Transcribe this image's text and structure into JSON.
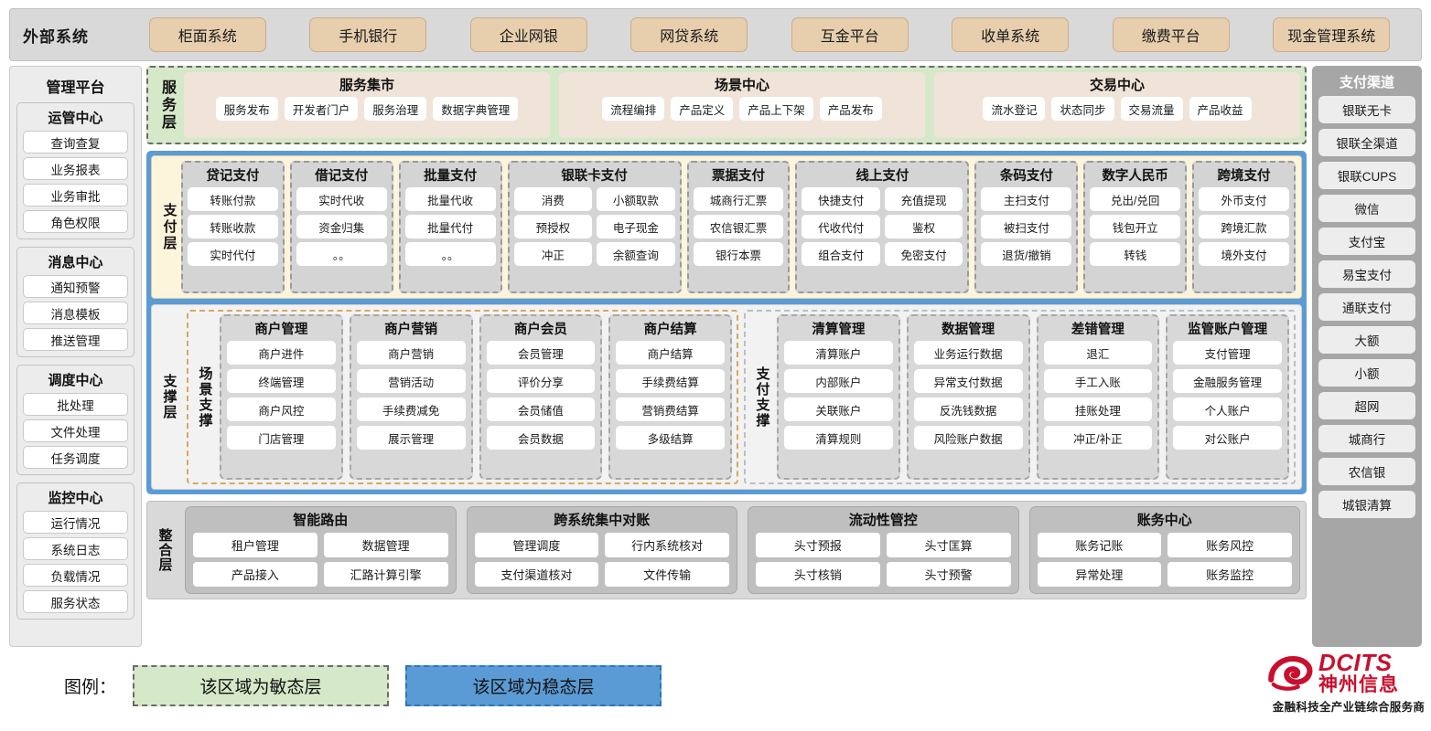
{
  "external": {
    "title": "外部系统",
    "items": [
      "柜面系统",
      "手机银行",
      "企业网银",
      "网贷系统",
      "互金平台",
      "收单系统",
      "缴费平台",
      "现金管理系统"
    ]
  },
  "left_sidebar": {
    "title": "管理平台",
    "groups": [
      {
        "title": "运管中心",
        "items": [
          "查询查复",
          "业务报表",
          "业务审批",
          "角色权限"
        ]
      },
      {
        "title": "消息中心",
        "items": [
          "通知预警",
          "消息模板",
          "推送管理"
        ]
      },
      {
        "title": "调度中心",
        "items": [
          "批处理",
          "文件处理",
          "任务调度"
        ]
      },
      {
        "title": "监控中心",
        "items": [
          "运行情况",
          "系统日志",
          "负载情况",
          "服务状态"
        ]
      }
    ]
  },
  "right_sidebar": {
    "title": "支付渠道",
    "items": [
      "银联无卡",
      "银联全渠道",
      "银联CUPS",
      "微信",
      "支付宝",
      "易宝支付",
      "通联支付",
      "大额",
      "小额",
      "超网",
      "城商行",
      "农信银",
      "城银清算"
    ]
  },
  "service_layer": {
    "label": "服务层",
    "groups": [
      {
        "title": "服务集市",
        "items": [
          "服务发布",
          "开发者门户",
          "服务治理",
          "数据字典管理"
        ]
      },
      {
        "title": "场景中心",
        "items": [
          "流程编排",
          "产品定义",
          "产品上下架",
          "产品发布"
        ]
      },
      {
        "title": "交易中心",
        "items": [
          "流水登记",
          "状态同步",
          "交易流量",
          "产品收益"
        ]
      }
    ]
  },
  "payment_layer": {
    "label": "支付层",
    "columns": [
      {
        "title": "贷记支付",
        "cols": 1,
        "rows": [
          [
            "转账付款"
          ],
          [
            "转账收款"
          ],
          [
            "实时代付"
          ]
        ]
      },
      {
        "title": "借记支付",
        "cols": 1,
        "rows": [
          [
            "实时代收"
          ],
          [
            "资金归集"
          ],
          [
            "。。"
          ]
        ]
      },
      {
        "title": "批量支付",
        "cols": 1,
        "rows": [
          [
            "批量代收"
          ],
          [
            "批量代付"
          ],
          [
            "。。"
          ]
        ]
      },
      {
        "title": "银联卡支付",
        "cols": 2,
        "rows": [
          [
            "消费",
            "小额取款"
          ],
          [
            "预授权",
            "电子现金"
          ],
          [
            "冲正",
            "余额查询"
          ]
        ]
      },
      {
        "title": "票据支付",
        "cols": 1,
        "rows": [
          [
            "城商行汇票"
          ],
          [
            "农信银汇票"
          ],
          [
            "银行本票"
          ]
        ]
      },
      {
        "title": "线上支付",
        "cols": 2,
        "rows": [
          [
            "快捷支付",
            "充值提现"
          ],
          [
            "代收代付",
            "鉴权"
          ],
          [
            "组合支付",
            "免密支付"
          ]
        ]
      },
      {
        "title": "条码支付",
        "cols": 1,
        "rows": [
          [
            "主扫支付"
          ],
          [
            "被扫支付"
          ],
          [
            "退货/撤销"
          ]
        ]
      },
      {
        "title": "数字人民币",
        "cols": 1,
        "rows": [
          [
            "兑出/兑回"
          ],
          [
            "钱包开立"
          ],
          [
            "转钱"
          ]
        ]
      },
      {
        "title": "跨境支付",
        "cols": 1,
        "rows": [
          [
            "外币支付"
          ],
          [
            "跨境汇款"
          ],
          [
            "境外支付"
          ]
        ]
      }
    ]
  },
  "support_layer": {
    "label": "支撑层",
    "halves": [
      {
        "label": "场景支撑",
        "columns": [
          {
            "title": "商户管理",
            "items": [
              "商户进件",
              "终端管理",
              "商户风控",
              "门店管理"
            ]
          },
          {
            "title": "商户营销",
            "items": [
              "商户营销",
              "营销活动",
              "手续费减免",
              "展示管理"
            ]
          },
          {
            "title": "商户会员",
            "items": [
              "会员管理",
              "评价分享",
              "会员储值",
              "会员数据"
            ]
          },
          {
            "title": "商户结算",
            "items": [
              "商户结算",
              "手续费结算",
              "营销费结算",
              "多级结算"
            ]
          }
        ]
      },
      {
        "label": "支付支撑",
        "columns": [
          {
            "title": "清算管理",
            "items": [
              "清算账户",
              "内部账户",
              "关联账户",
              "清算规则"
            ]
          },
          {
            "title": "数据管理",
            "items": [
              "业务运行数据",
              "异常支付数据",
              "反洗钱数据",
              "风险账户数据"
            ]
          },
          {
            "title": "差错管理",
            "items": [
              "退汇",
              "手工入账",
              "挂账处理",
              "冲正/补正"
            ]
          },
          {
            "title": "监管账户管理",
            "items": [
              "支付管理",
              "金融服务管理",
              "个人账户",
              "对公账户"
            ]
          }
        ]
      }
    ]
  },
  "integration_layer": {
    "label": "整合层",
    "groups": [
      {
        "title": "智能路由",
        "rows": [
          [
            "租户管理",
            "数据管理"
          ],
          [
            "产品接入",
            "汇路计算引擎"
          ]
        ]
      },
      {
        "title": "跨系统集中对账",
        "rows": [
          [
            "管理调度",
            "行内系统核对"
          ],
          [
            "支付渠道核对",
            "文件传输"
          ]
        ]
      },
      {
        "title": "流动性管控",
        "rows": [
          [
            "头寸预报",
            "头寸匡算"
          ],
          [
            "头寸核销",
            "头寸预警"
          ]
        ]
      },
      {
        "title": "账务中心",
        "rows": [
          [
            "账务记账",
            "账务风控"
          ],
          [
            "异常处理",
            "账务监控"
          ]
        ]
      }
    ]
  },
  "legend": {
    "label": "图例：",
    "agile": "该区域为敏态层",
    "stable": "该区域为稳态层",
    "agile_color": "#d5e8c8",
    "stable_color": "#5b9bd5"
  },
  "logo": {
    "en": "DCITS",
    "cn": "神州信息",
    "tagline": "金融科技全产业链综合服务商",
    "color": "#c8102e"
  }
}
